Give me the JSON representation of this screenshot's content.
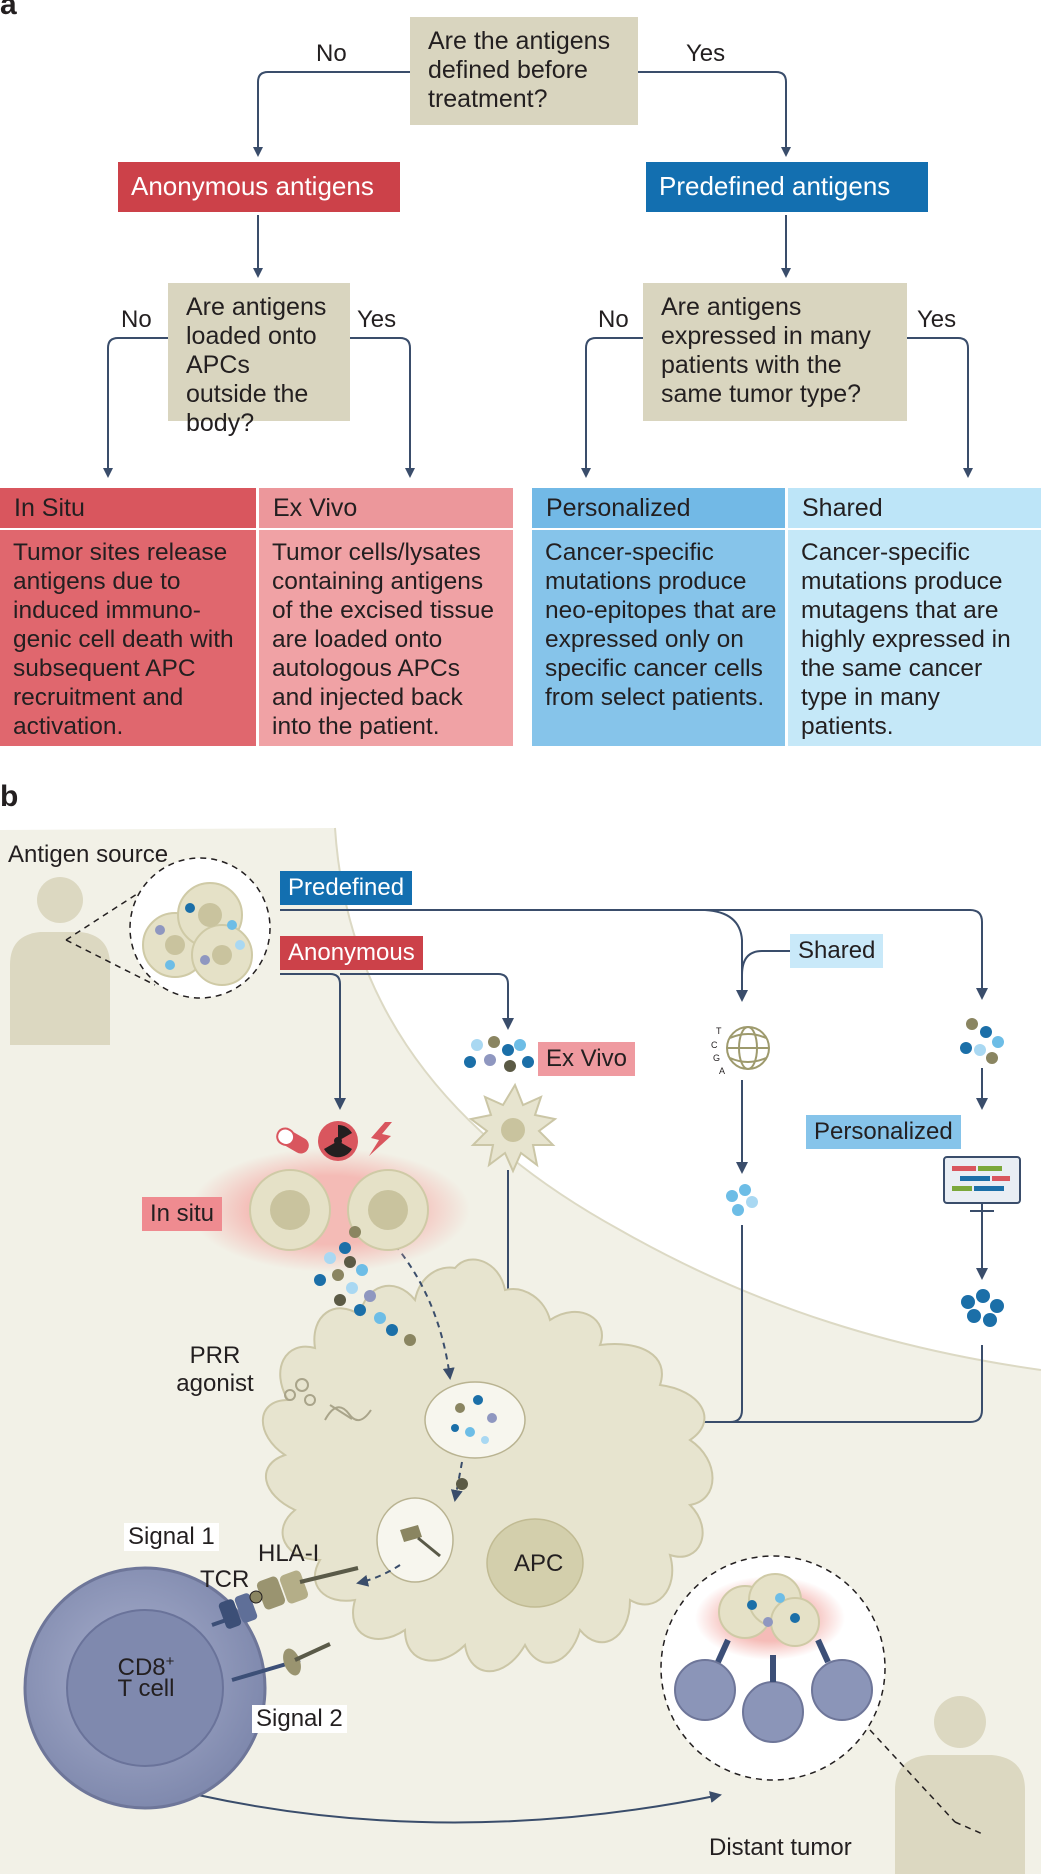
{
  "panel_a": {
    "letter": "a",
    "top_question": "Are the antigens defined before treatment?",
    "no": "No",
    "yes": "Yes",
    "anonymous": "Anonymous antigens",
    "predefined": "Predefined antigens",
    "left_question": "Are antigens loaded onto APCs outside the body?",
    "right_question": "Are antigens expressed in many patients with the same tumor type?",
    "boxes": [
      {
        "title": "In Situ",
        "text": "Tumor sites release antigens due to induced immuno-genic cell death with subsequent APC recruitment and activation.",
        "header_color": "#d9565e",
        "body_color": "#e0676e"
      },
      {
        "title": "Ex Vivo",
        "text": "Tumor cells/lysates containing antigens of the excised tissue are loaded onto autologous APCs and injected back into the patient.",
        "header_color": "#ec979b",
        "body_color": "#f0a2a5"
      },
      {
        "title": "Personalized",
        "text": "Cancer-specific mutations produce neo-epitopes that are expressed only on specific cancer cells from select patients.",
        "header_color": "#72b9e6",
        "body_color": "#86c4ea"
      },
      {
        "title": "Shared",
        "text": "Cancer-specific mutations produce mutagens that are highly expressed in the same cancer type in many patients.",
        "header_color": "#bde5f8",
        "body_color": "#c5e8f8"
      }
    ]
  },
  "panel_b": {
    "letter": "b",
    "antigen_source": "Antigen source",
    "predefined": "Predefined",
    "anonymous": "Anonymous",
    "shared": "Shared",
    "ex_vivo": "Ex Vivo",
    "personalized": "Personalized",
    "in_situ": "In situ",
    "prr": "PRR agonist",
    "signal1": "Signal 1",
    "tcr": "TCR",
    "hla": "HLA-I",
    "apc": "APC",
    "cd8": "CD8",
    "cd8_sup": "+",
    "tcell": "T cell",
    "signal2": "Signal 2",
    "distant": "Distant tumor",
    "dna_letters": [
      "T",
      "C",
      "G",
      "A"
    ]
  },
  "colors": {
    "anonymous_red": "#cc4149",
    "predefined_blue": "#136fb0",
    "question_beige": "#d9d5bf",
    "shared_light_blue": "#c9e9f9",
    "personalized_blue": "#86c4ea",
    "ex_vivo_pink": "#ef9aa0",
    "arrow_navy": "#3a4d6b",
    "background_beige": "#f2f1e7",
    "apc_fill": "#e7e4cf",
    "tcell_fill": "#8b95b8"
  }
}
